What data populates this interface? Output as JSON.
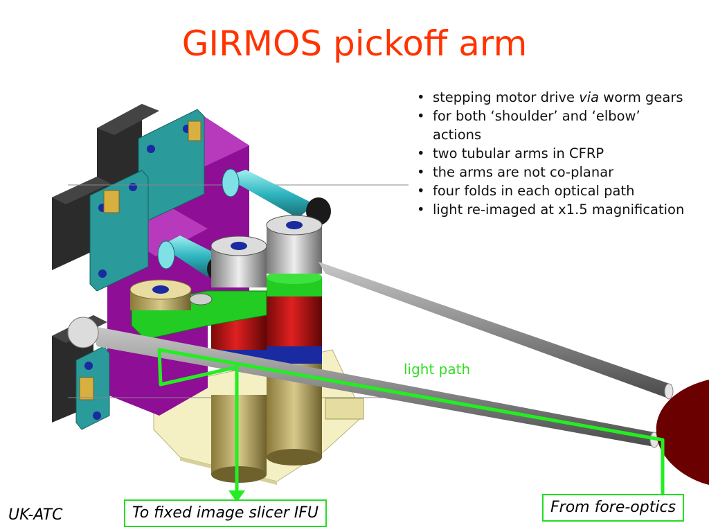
{
  "slide": {
    "title": "GIRMOS pickoff arm",
    "bullets": [
      {
        "before": "stepping motor drive ",
        "emphasis": "via",
        "after": " worm gears"
      },
      {
        "text": "for both ‘shoulder’ and ‘elbow’ actions"
      },
      {
        "text": "two tubular arms in CFRP"
      },
      {
        "text": "the arms are not co-planar"
      },
      {
        "text": "four folds in each optical path"
      },
      {
        "text": "light re-imaged at x1.5 magnification"
      }
    ],
    "light_path_label": "light path",
    "output_label": "To fixed image slicer IFU",
    "input_label": "From fore-optics",
    "footer": "UK-ATC"
  },
  "colors": {
    "title": "#ff3300",
    "light_path": "#22ee22",
    "motor_housing": "#8f0e96",
    "motor": "#2b2b2b",
    "flange": "#2a9a9a",
    "gear": "#c0c0c0",
    "red_cylinder": "#cc1111",
    "green_band": "#22cc22",
    "arm": "#8a8a8a",
    "base_plate": "#f4f0c4",
    "fore_optics": "#6a0000"
  }
}
